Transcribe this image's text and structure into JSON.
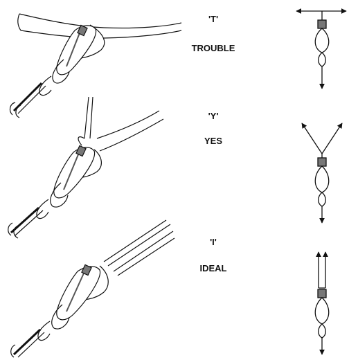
{
  "configurations": [
    {
      "letter": "'T'",
      "word": "TROUBLE"
    },
    {
      "letter": "'Y'",
      "word": "YES"
    },
    {
      "letter": "'I'",
      "word": "IDEAL"
    }
  ],
  "colors": {
    "line": "#111111",
    "sling_fill": "#ffffff",
    "carabiner_gate": "#555555",
    "block_fill": "#777777"
  }
}
